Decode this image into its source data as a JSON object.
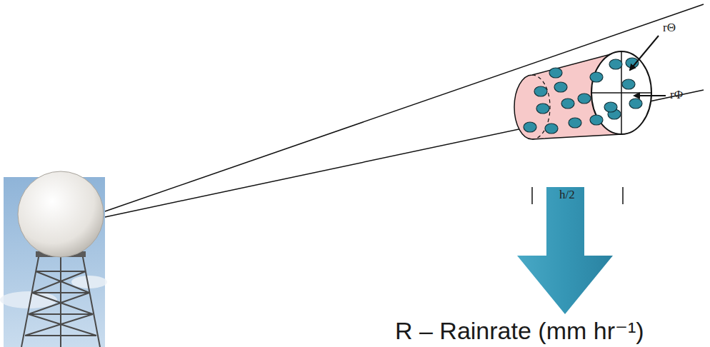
{
  "diagram": {
    "labels": [
      "rΘ",
      "rΦ",
      "h/2",
      "R – Rainrate (mm hr⁻¹)"
    ]
  }
}
